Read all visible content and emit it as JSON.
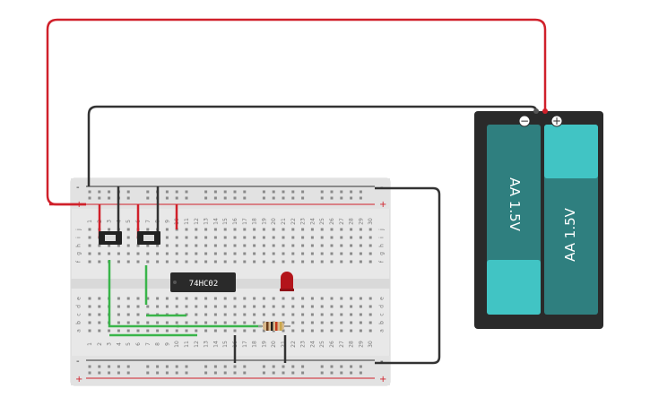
{
  "breadboard": {
    "column_numbers": [
      "1",
      "2",
      "3",
      "4",
      "5",
      "6",
      "7",
      "8",
      "9",
      "10",
      "11",
      "12",
      "13",
      "14",
      "15",
      "16",
      "17",
      "18",
      "19",
      "20",
      "21",
      "22",
      "23",
      "24",
      "25",
      "26",
      "27",
      "28",
      "29",
      "30"
    ],
    "top_row_letters": [
      "j",
      "i",
      "h",
      "g",
      "f"
    ],
    "bottom_row_letters": [
      "e",
      "d",
      "c",
      "b",
      "a"
    ],
    "rail_plus": "+",
    "rail_minus": "-"
  },
  "chip": {
    "label": "74HC02"
  },
  "battery_pack": {
    "cell_left_label": "AA 1.5V",
    "cell_right_label": "AA 1.5V",
    "terminal_minus": "−",
    "terminal_plus": "+"
  },
  "colors": {
    "red_wire": "#d0202a",
    "black_wire": "#333333",
    "green_wire": "#39b54a",
    "battery_body": "#2a2a2a",
    "battery_cell": "#2f7f7f",
    "battery_cap": "#41c4c4",
    "led": "#b3151b"
  }
}
